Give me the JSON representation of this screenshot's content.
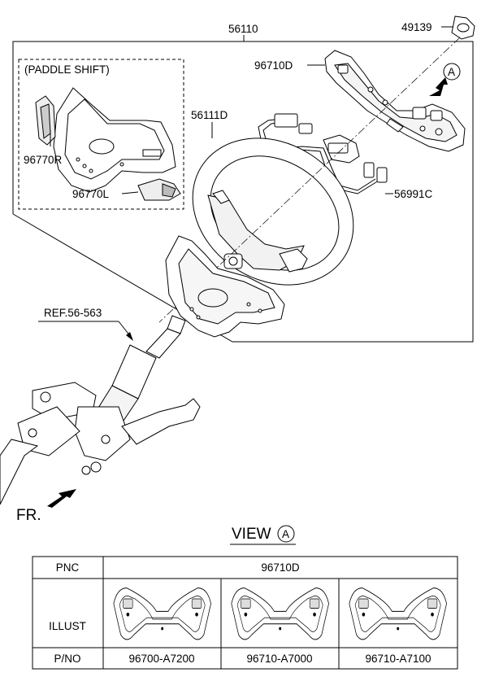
{
  "callouts": {
    "assembly": "56110",
    "nut": "49139",
    "remote_switch": "96710D",
    "view_marker": "A",
    "paddle_group": "(PADDLE SHIFT)",
    "paddle_right": "96770R",
    "paddle_left": "96770L",
    "wheel": "56111D",
    "extension_wire": "56991C",
    "column_ref": "REF.56-563",
    "front": "FR."
  },
  "view_title": {
    "text": "VIEW",
    "marker": "A"
  },
  "parts_table": {
    "row_headers": [
      "PNC",
      "ILLUST",
      "P/NO"
    ],
    "pnc": "96710D",
    "variants": [
      {
        "part_no": "96700-A7200",
        "illust_icon": "steering-switch-bezel-icon"
      },
      {
        "part_no": "96710-A7000",
        "illust_icon": "steering-switch-bezel-icon"
      },
      {
        "part_no": "96710-A7100",
        "illust_icon": "steering-switch-bezel-icon"
      }
    ]
  }
}
